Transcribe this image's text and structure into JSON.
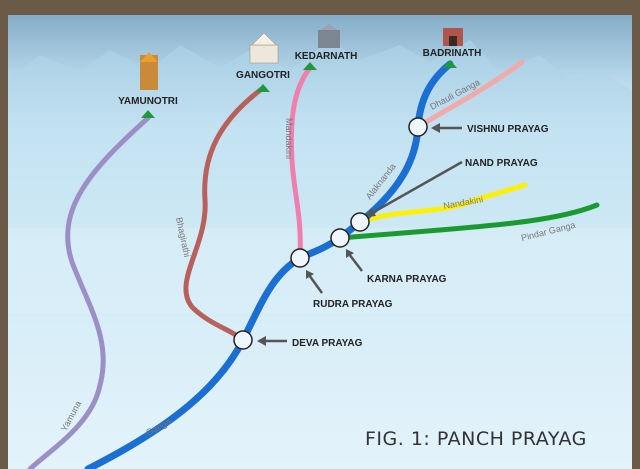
{
  "title": "FIG. 1: PANCH PRAYAG",
  "shrines": [
    {
      "name": "YAMUNOTRI"
    },
    {
      "name": "GANGOTRI"
    },
    {
      "name": "KEDARNATH"
    },
    {
      "name": "BADRINATH"
    }
  ],
  "confluences": [
    {
      "name": "VISHNU PRAYAG"
    },
    {
      "name": "NAND PRAYAG"
    },
    {
      "name": "KARNA PRAYAG"
    },
    {
      "name": "RUDRA PRAYAG"
    },
    {
      "name": "DEVA PRAYAG"
    }
  ],
  "rivers": {
    "yamuna": {
      "label": "Yamuna",
      "color": "#9b8fc6"
    },
    "bhagirathi": {
      "label": "Bhagirathi",
      "color": "#b8615c"
    },
    "mandakini": {
      "label": "Mandakini",
      "color": "#f07fae"
    },
    "alaknanda": {
      "label": "Alaknanda",
      "color": "#1b6fd3"
    },
    "ganga": {
      "label": "Ganga",
      "color": "#1b6fd3"
    },
    "dhauli": {
      "label": "Dhauli Ganga",
      "color": "#f2a9a9"
    },
    "nandakini": {
      "label": "Nandakini",
      "color": "#fff000"
    },
    "pindar": {
      "label": "Pindar Ganga",
      "color": "#1c9a32"
    }
  },
  "colors": {
    "frame": "#6b5a47",
    "marker": "#1f9a3a"
  }
}
